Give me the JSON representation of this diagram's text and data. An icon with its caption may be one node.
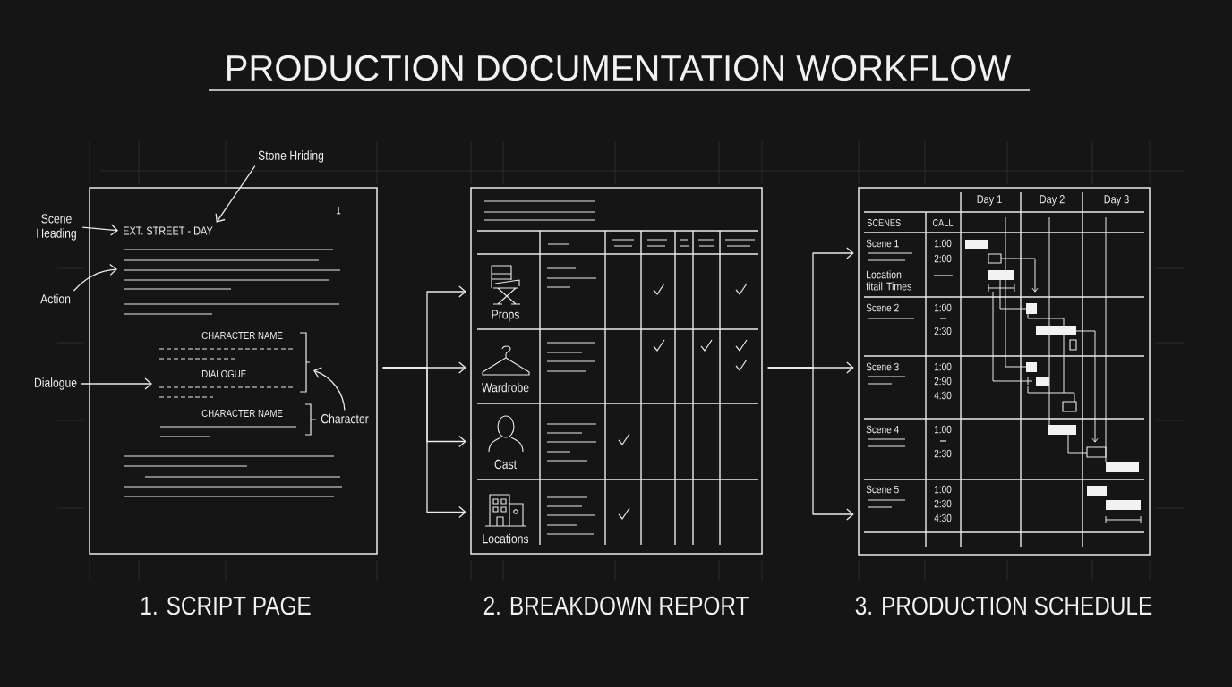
{
  "diagram": {
    "title": "PRODUCTION DOCUMENTATION WORKFLOW",
    "nodes": [
      {
        "text": [
          "Stone Hriding"
        ]
      },
      {
        "text": [
          "1. SCRIPT PAGE"
        ]
      },
      {
        "text": [
          "Scene Heading"
        ]
      },
      {
        "text": [
          "EXT. STREET - DAY"
        ],
        "in": 1
      },
      {
        "text": [
          "Action"
        ]
      },
      {
        "text": [
          "Dialogue"
        ]
      },
      {
        "text": [
          "Character"
        ],
        "in": 1
      },
      {
        "text": [
          "2. BREAKDOWN REPORT"
        ]
      },
      {
        "text": [
          "Props"
        ],
        "in": 7
      },
      {
        "text": [
          "Wardrobe"
        ],
        "in": 7
      },
      {
        "text": [
          "Cast"
        ],
        "in": 7
      },
      {
        "text": [
          "Locations"
        ],
        "in": 7
      },
      {
        "text": [
          "3. PRODUCTION SCHEDULE"
        ]
      },
      {
        "text": [
          "Scene 1",
          "Location fitail Times"
        ],
        "in": 12
      },
      {
        "text": [
          "Scene 2"
        ],
        "in": 12
      },
      {
        "text": [
          "Scene 3"
        ],
        "in": 12
      },
      {
        "text": [
          "Scene 4"
        ],
        "in": 12
      },
      {
        "text": [
          "Scene 5"
        ],
        "in": 12
      }
    ],
    "edges": [
      {
        "from": 0,
        "to": 3,
        "arrow": "to"
      },
      {
        "from": 2,
        "to": 3,
        "arrow": "to"
      },
      {
        "from": 4,
        "to": null,
        "arrow": "to"
      },
      {
        "from": 5,
        "to": null,
        "arrow": "to"
      },
      {
        "from": 6,
        "to": null,
        "arrow": "to"
      },
      {
        "from": 1,
        "to": 8,
        "arrow": "to"
      },
      {
        "from": 1,
        "to": 9,
        "arrow": "to"
      },
      {
        "from": 1,
        "to": 10,
        "arrow": "to"
      },
      {
        "from": 1,
        "to": 11,
        "arrow": "to"
      },
      {
        "from": 7,
        "to": 13,
        "arrow": "to"
      },
      {
        "from": 7,
        "to": 15,
        "arrow": "to"
      },
      {
        "from": 7,
        "to": 17,
        "arrow": "to"
      }
    ],
    "labels": [
      "1",
      "CHARACTER NAME",
      "DIALOGUE",
      "CHARACTER NAME",
      "Day 1",
      "Day 2",
      "Day 3",
      "SCENES",
      "CALL",
      "1:00",
      "2:00",
      "1:00",
      "2:30",
      "1:00",
      "2:90",
      "4:30",
      "1:00",
      "2:30",
      "1:00",
      "2:30",
      "4:30"
    ]
  }
}
